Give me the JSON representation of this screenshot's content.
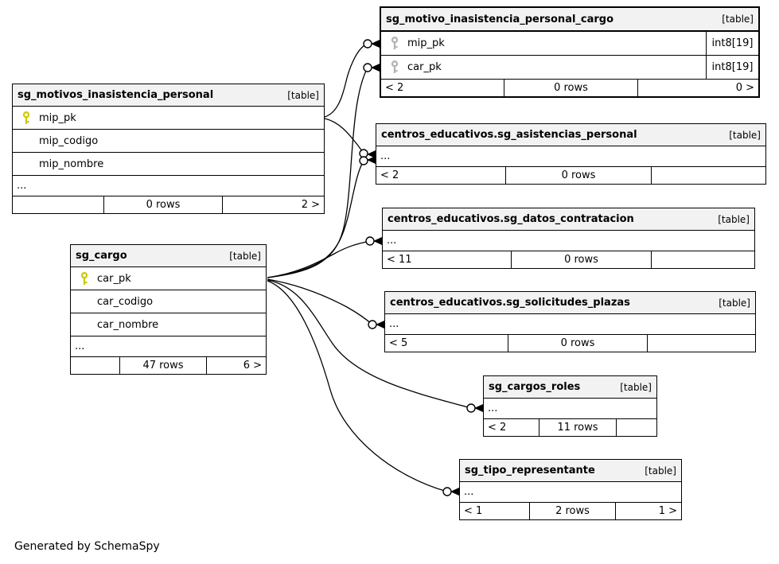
{
  "diagram": {
    "generator_note": "Generated by SchemaSpy",
    "colors": {
      "primary_key_icon": "#cbcb00",
      "foreign_key_icon": "#b4b4b4",
      "header_bg": "#f2f2f2",
      "border": "#000000"
    }
  },
  "tables": {
    "motivo_cargo": {
      "name": "sg_motivo_inasistencia_personal_cargo",
      "tag": "[table]",
      "columns": [
        {
          "name": "mip_pk",
          "type": "int8[19]",
          "key": "primary-key"
        },
        {
          "name": "car_pk",
          "type": "int8[19]",
          "key": "primary-key"
        }
      ],
      "footer": [
        "< 2",
        "0 rows",
        "0 >"
      ]
    },
    "motivos": {
      "name": "sg_motivos_inasistencia_personal",
      "tag": "[table]",
      "columns": [
        {
          "name": "mip_pk",
          "key": "primary-key"
        },
        {
          "name": "mip_codigo"
        },
        {
          "name": "mip_nombre"
        }
      ],
      "dots": "...",
      "footer": [
        "",
        "0 rows",
        "2 >"
      ]
    },
    "asistencias": {
      "name": "centros_educativos.sg_asistencias_personal",
      "tag": "[table]",
      "dots": "...",
      "footer": [
        "< 2",
        "0 rows",
        ""
      ]
    },
    "datos_contratacion": {
      "name": "centros_educativos.sg_datos_contratacion",
      "tag": "[table]",
      "dots": "...",
      "footer": [
        "< 11",
        "0 rows",
        ""
      ]
    },
    "solicitudes": {
      "name": "centros_educativos.sg_solicitudes_plazas",
      "tag": "[table]",
      "dots": "...",
      "footer": [
        "< 5",
        "0 rows",
        ""
      ]
    },
    "cargo": {
      "name": "sg_cargo",
      "tag": "[table]",
      "columns": [
        {
          "name": "car_pk",
          "key": "primary-key"
        },
        {
          "name": "car_codigo"
        },
        {
          "name": "car_nombre"
        }
      ],
      "dots": "...",
      "footer": [
        "",
        "47 rows",
        "6 >"
      ]
    },
    "cargos_roles": {
      "name": "sg_cargos_roles",
      "tag": "[table]",
      "dots": "...",
      "footer": [
        "< 2",
        "11 rows",
        ""
      ]
    },
    "tipo_representante": {
      "name": "sg_tipo_representante",
      "tag": "[table]",
      "dots": "...",
      "footer": [
        "< 1",
        "2 rows",
        "1 >"
      ]
    }
  },
  "edges": [
    {
      "from": "sg_motivos_inasistencia_personal.mip_pk",
      "to": "sg_motivo_inasistencia_personal_cargo.mip_pk",
      "marker": "circle-crow"
    },
    {
      "from": "sg_cargo.car_pk",
      "to": "sg_motivo_inasistencia_personal_cargo.car_pk",
      "marker": "circle-crow"
    },
    {
      "from": "sg_motivos_inasistencia_personal.mip_pk",
      "to": "centros_educativos.sg_asistencias_personal",
      "marker": "circle-crow"
    },
    {
      "from": "sg_cargo.car_pk",
      "to": "centros_educativos.sg_asistencias_personal",
      "marker": "circle-crow"
    },
    {
      "from": "sg_cargo.car_pk",
      "to": "centros_educativos.sg_datos_contratacion",
      "marker": "circle-crow"
    },
    {
      "from": "sg_cargo.car_pk",
      "to": "centros_educativos.sg_solicitudes_plazas",
      "marker": "circle-crow"
    },
    {
      "from": "sg_cargo.car_pk",
      "to": "sg_cargos_roles",
      "marker": "circle-crow"
    },
    {
      "from": "sg_cargo.car_pk",
      "to": "sg_tipo_representante",
      "marker": "circle-crow"
    }
  ]
}
